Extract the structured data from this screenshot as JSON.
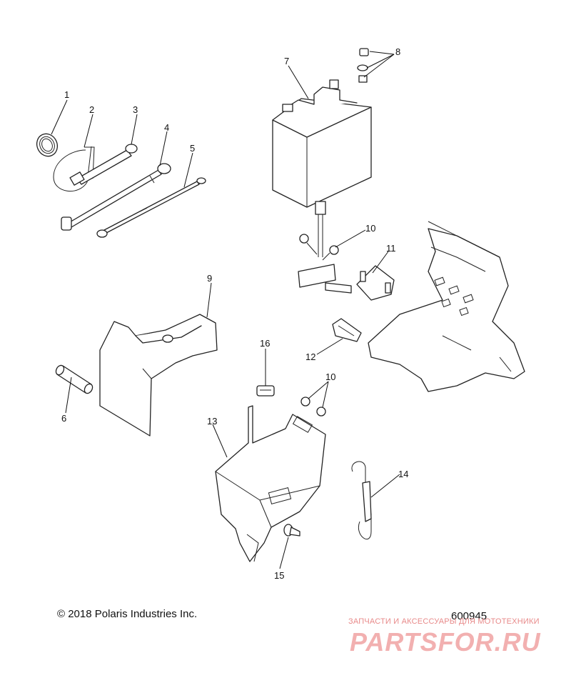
{
  "callouts": [
    "1",
    "2",
    "3",
    "4",
    "5",
    "6",
    "7",
    "8",
    "9",
    "10",
    "11",
    "12",
    "13",
    "14",
    "15",
    "16",
    "10"
  ],
  "footer": {
    "copyright": "© 2018 Polaris Industries Inc.",
    "drawing_number": "600945"
  },
  "watermark": {
    "subtitle": "ЗАПЧАСТИ И АКСЕССУАРЫ ДЛЯ МОТОТЕХНИКИ",
    "brand": "PARTSFOR.RU",
    "color": "#f2b0b0"
  }
}
